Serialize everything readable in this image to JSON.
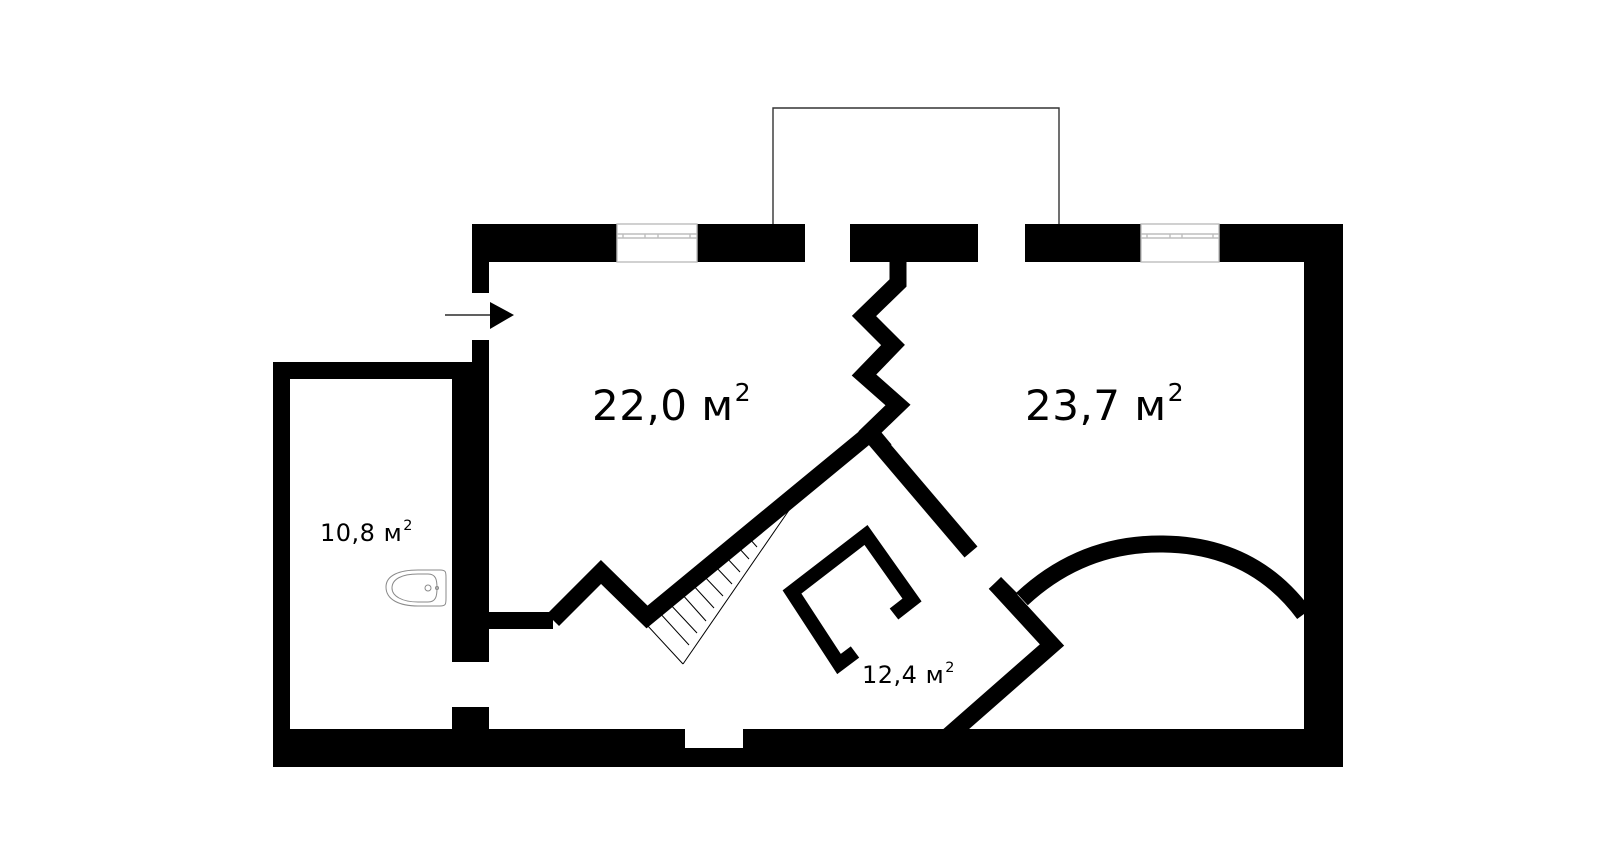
{
  "plan": {
    "wall_color": "#000000",
    "background": "#ffffff",
    "window_color": "#bdbdbd",
    "rooms": [
      {
        "id": "room-living-left",
        "area": "22,0",
        "unit": "м",
        "power": "2"
      },
      {
        "id": "room-living-right",
        "area": "23,7",
        "unit": "м",
        "power": "2"
      },
      {
        "id": "room-bathroom",
        "area": "10,8",
        "unit": "м",
        "power": "2"
      },
      {
        "id": "room-hall",
        "area": "12,4",
        "unit": "м",
        "power": "2"
      }
    ],
    "icons": {
      "entrance": "entrance-arrow-icon",
      "fixture": "bidet-icon",
      "stairs": "staircase-icon",
      "balcony": "balcony-outline"
    }
  }
}
